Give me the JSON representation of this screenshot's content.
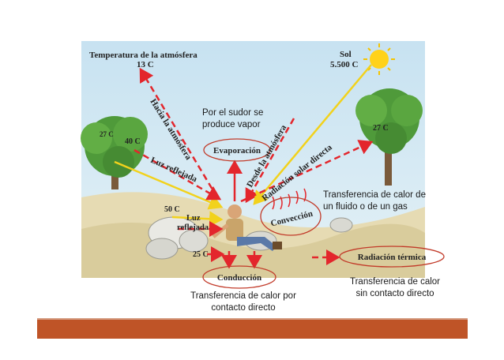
{
  "diagram": {
    "atmosphere_temp_label": "Temperatura de la atmósfera",
    "atmosphere_temp_value": "13 C",
    "sun_label": "Sol",
    "sun_temp": "5.500 C",
    "tree_left_temp": "40 C",
    "tree_left_temp_small": "27 C",
    "tree_right_temp": "27 C",
    "rock_temp": "50 C",
    "ground_temp": "25 C",
    "arrow_hacia_atmosfera": "Hacia la atmósfera",
    "arrow_desde_atmosfera": "Desde la atmósfera",
    "arrow_luz_reflejada_top": "Luz reflejada",
    "arrow_luz_reflejada_low_1": "Luz",
    "arrow_luz_reflejada_low_2": "reflejada",
    "arrow_radiacion_solar": "Radiación solar directa",
    "label_evaporacion": "Evaporación",
    "label_conveccion": "Convección",
    "label_conduccion": "Conducción",
    "label_radiacion_termica": "Radiación térmica"
  },
  "notes": {
    "sudor_line1": "Por el sudor se",
    "sudor_line2": "produce vapor",
    "conveccion_line1": "Transferencia de calor de",
    "conveccion_line2": "un fluido o de un gas",
    "conduccion_line1": "Transferencia de calor por",
    "conduccion_line2": "contacto directo",
    "radiacion_line1": "Transferencia de calor",
    "radiacion_line2": "sin contacto directo"
  },
  "colors": {
    "sky": "#cfe6f2",
    "ground": "#e8ddb8",
    "arrow_red": "#e3262c",
    "arrow_yellow": "#f2d21c",
    "ellipse": "#c23b2a",
    "bar": "#bf5427",
    "bar_line": "#d49b80"
  }
}
